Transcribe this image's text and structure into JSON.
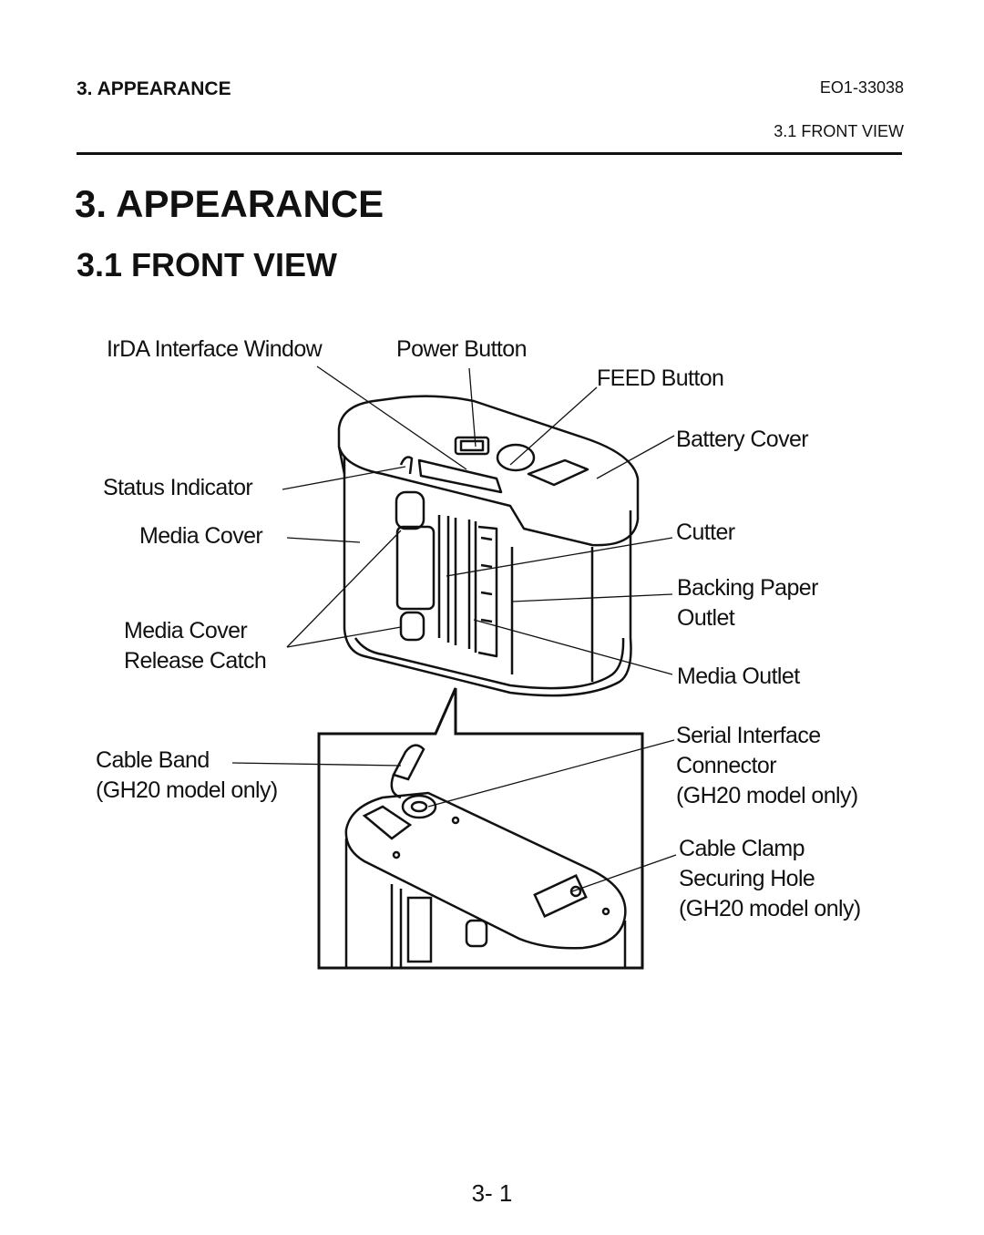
{
  "header": {
    "section": "3. APPEARANCE",
    "doc_number": "EO1-33038",
    "subsection": "3.1 FRONT VIEW"
  },
  "title": "3.  APPEARANCE",
  "subtitle": "3.1  FRONT VIEW",
  "labels": {
    "irda": "IrDA Interface Window",
    "power": "Power Button",
    "feed": "FEED Button",
    "battery": "Battery Cover",
    "status": "Status Indicator",
    "media_cover": "Media Cover",
    "cutter": "Cutter",
    "backing_1": "Backing Paper",
    "backing_2": "Outlet",
    "release_1": "Media Cover",
    "release_2": "Release Catch",
    "media_outlet": "Media Outlet",
    "serial_1": "Serial Interface",
    "serial_2": "Connector",
    "serial_3": "(GH20 model only)",
    "cable_band_1": "Cable Band",
    "cable_band_2": "(GH20 model only)",
    "clamp_1": "Cable Clamp",
    "clamp_2": "Securing Hole",
    "clamp_3": "(GH20 model only)"
  },
  "page_number": "3- 1"
}
